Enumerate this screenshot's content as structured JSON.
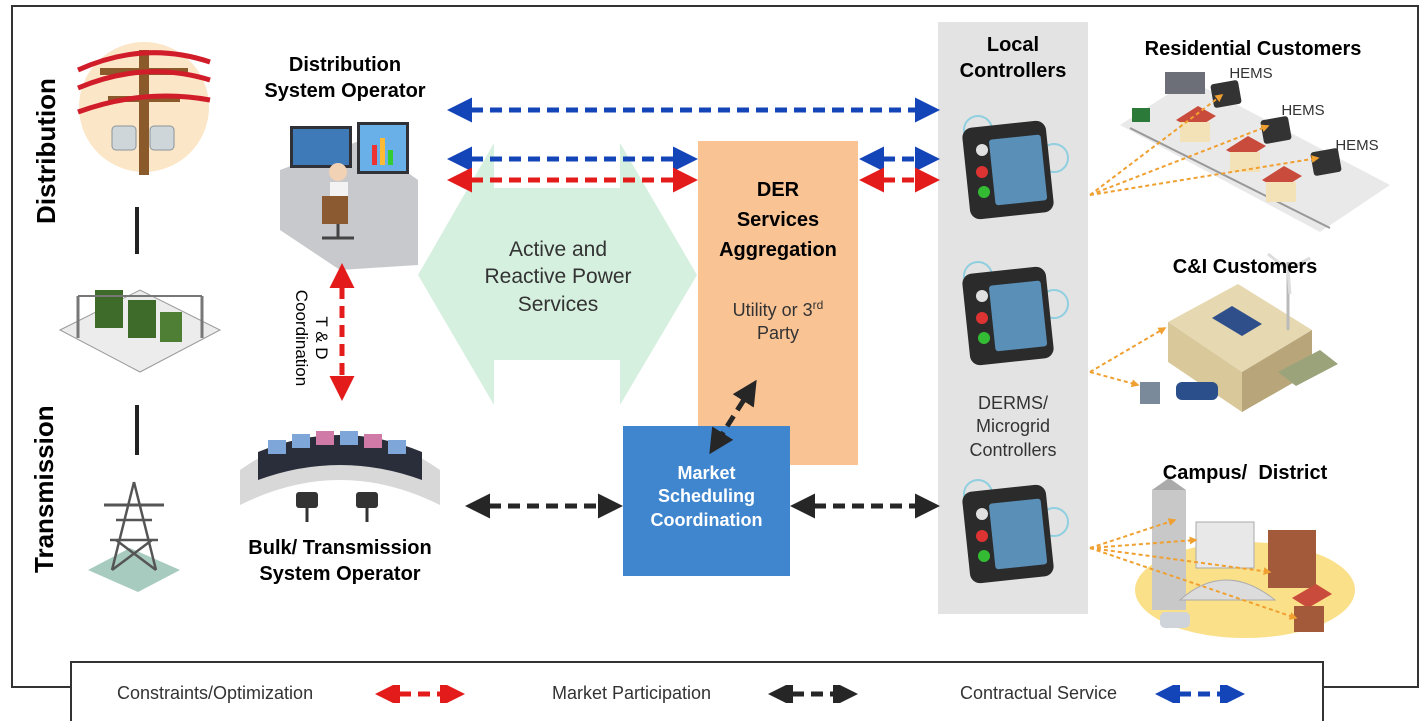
{
  "left": {
    "distribution": "Distribution",
    "transmission": "Transmission"
  },
  "operators": {
    "dso_line1": "Distribution",
    "dso_line2": "System Operator",
    "bulk_line1": "Bulk/ Transmission",
    "bulk_line2": "System Operator",
    "td_line1": "T & D",
    "td_line2": "Coordination"
  },
  "center": {
    "services_line1": "Active and",
    "services_line2": "Reactive Power",
    "services_line3": "Services",
    "der_line1": "DER",
    "der_line2": "Services",
    "der_line3": "Aggregation",
    "party_line1_pre": "Utility or 3",
    "party_line1_sup": "rd",
    "party_line2": "Party",
    "market_line1": "Market",
    "market_line2": "Scheduling",
    "market_line3": "Coordination"
  },
  "controllers": {
    "local_line1": "Local",
    "local_line2": "Controllers",
    "derms_line1": "DERMS/",
    "derms_line2": "Microgrid",
    "derms_line3": "Controllers"
  },
  "customers": {
    "residential": "Residential Customers",
    "hems": "HEMS",
    "ci": "C&I Customers",
    "campus": "Campus/  District"
  },
  "legend": {
    "constraints": "Constraints/Optimization",
    "market": "Market Participation",
    "contractual": "Contractual Service"
  },
  "colors": {
    "constraints": "#e31b1b",
    "market": "#262626",
    "contractual": "#1344b8",
    "der_box": "#f9c394",
    "market_box": "#3f86cf",
    "services_arrow": "#d6f0df",
    "controller_panel": "#e3e3e3"
  }
}
